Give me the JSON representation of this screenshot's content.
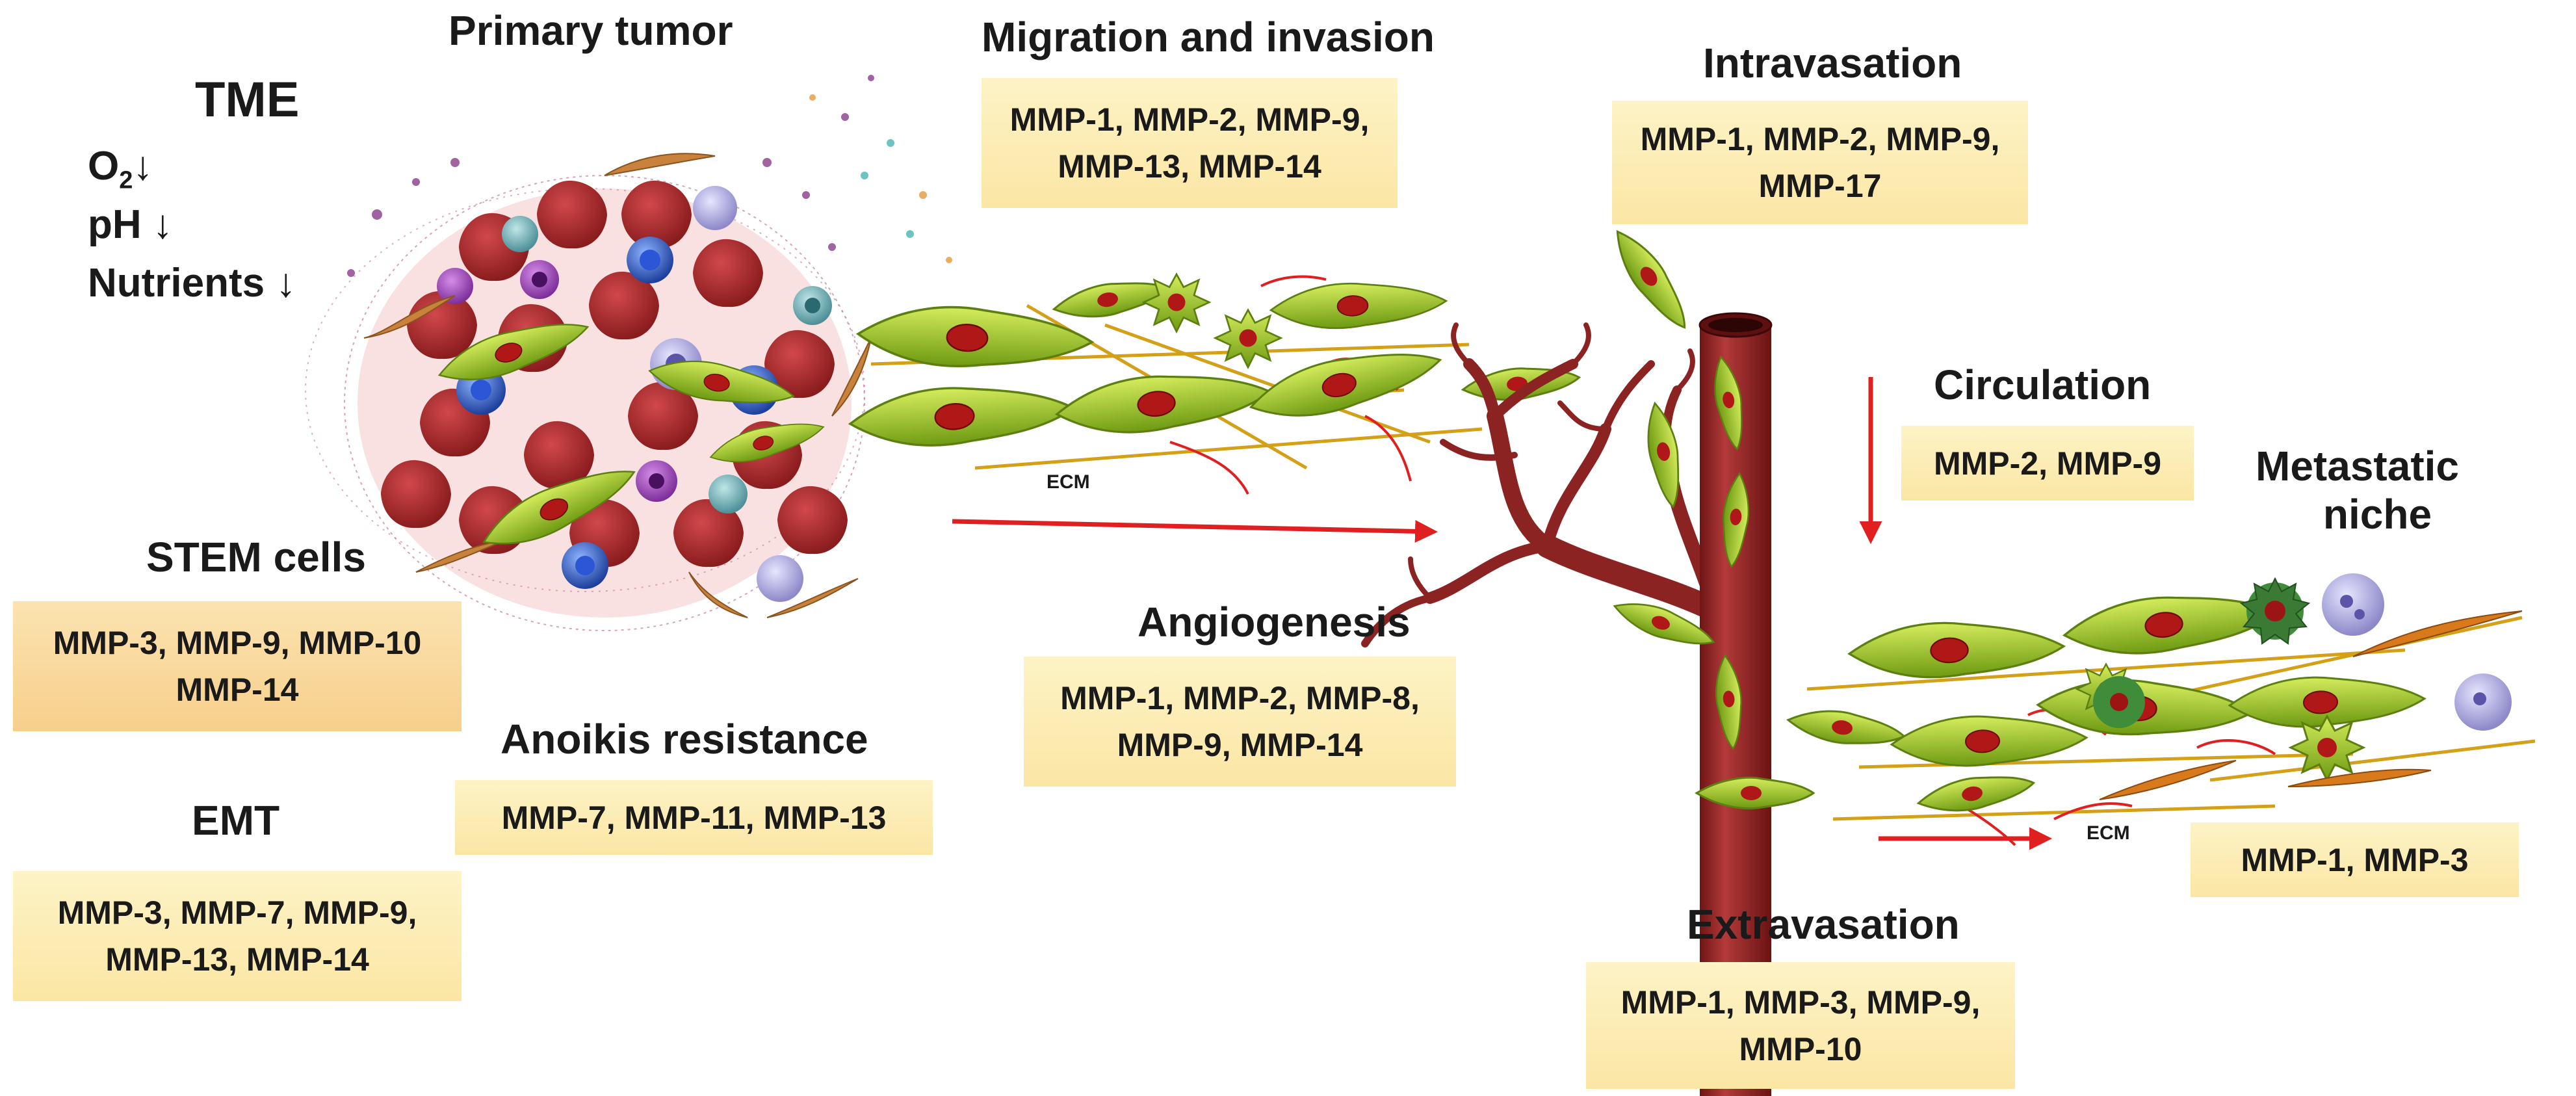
{
  "tme": {
    "title": "TME",
    "items": [
      {
        "label": "O",
        "sub": "2",
        "arrow": "↓"
      },
      {
        "label": "pH",
        "sub": "",
        "arrow": "↓"
      },
      {
        "label": "Nutrients",
        "sub": "",
        "arrow": "↓"
      }
    ]
  },
  "labels": {
    "primary_tumor": "Primary tumor",
    "migration": "Migration and invasion",
    "intravasation": "Intravasation",
    "circulation": "Circulation",
    "metastatic_niche_1": "Metastatic",
    "metastatic_niche_2": "niche",
    "stem_cells": "STEM cells",
    "anoikis": "Anoikis resistance",
    "emt": "EMT",
    "angiogenesis": "Angiogenesis",
    "extravasation": "Extravasation",
    "ecm_left": "ECM",
    "ecm_right": "ECM"
  },
  "boxes": {
    "migration": [
      "MMP-1, MMP-2, MMP-9,",
      "MMP-13, MMP-14"
    ],
    "intravasation": [
      "MMP-1, MMP-2, MMP-9,",
      "MMP-17"
    ],
    "circulation": [
      "MMP-2, MMP-9"
    ],
    "stem": [
      "MMP-3, MMP-9, MMP-10",
      "MMP-14"
    ],
    "anoikis": [
      "MMP-7, MMP-11, MMP-13"
    ],
    "emt": [
      "MMP-3, MMP-7, MMP-9,",
      "MMP-13, MMP-14"
    ],
    "angiogenesis": [
      "MMP-1, MMP-2, MMP-8,",
      "MMP-9, MMP-14"
    ],
    "extravasation": [
      "MMP-1, MMP-3, MMP-9,",
      "MMP-10"
    ],
    "metastatic": [
      "MMP-1, MMP-3"
    ]
  },
  "colors": {
    "box_fill": "#fbe6a4",
    "box_orange": "#f7cf8c",
    "arrow": "#e02020",
    "vessel": "#8b2323",
    "cell_green": "#9cc42a",
    "nucleus": "#b01818",
    "fiber": "#d4a017"
  }
}
